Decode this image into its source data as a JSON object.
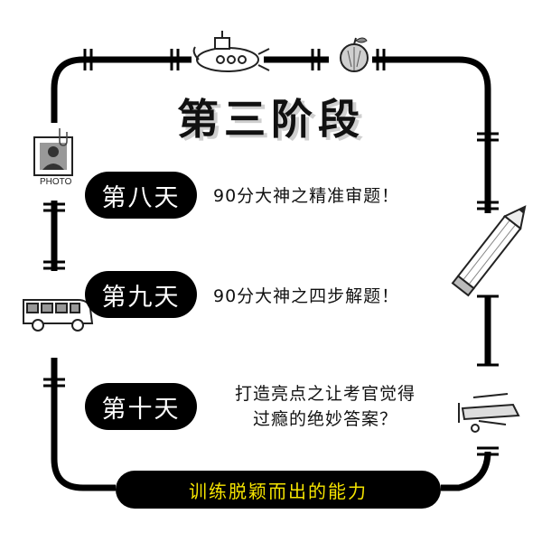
{
  "title": "第三阶段",
  "days": [
    {
      "label": "第八天",
      "text": "90分大神之精准审题！"
    },
    {
      "label": "第九天",
      "text": "90分大神之四步解题！"
    },
    {
      "label": "第十天",
      "text_line1": "打造亮点之让考官觉得",
      "text_line2": "过瘾的绝妙答案？"
    }
  ],
  "banner": "训练脱颖而出的能力",
  "photo_caption": "PHOTO",
  "colors": {
    "frame": "#000000",
    "banner_text": "#f5e400",
    "pill_bg": "#000000",
    "pill_text": "#ffffff"
  },
  "icons": [
    "submarine-icon",
    "apple-icon",
    "photo-card-icon",
    "pencil-icon",
    "bus-icon",
    "airplane-icon"
  ]
}
